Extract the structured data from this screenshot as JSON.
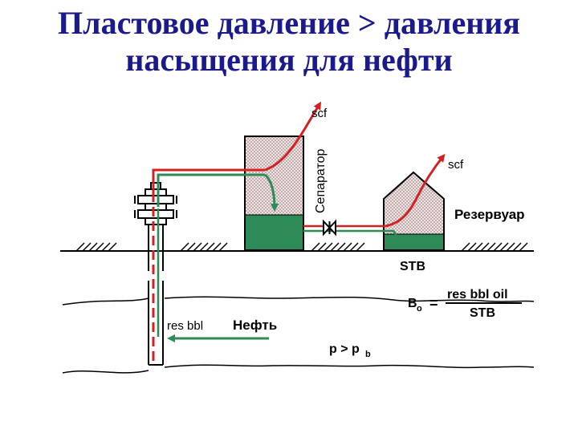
{
  "slide": {
    "title_line1": "Пластовое давление > давления",
    "title_line2": "насыщения для нефти"
  },
  "labels": {
    "separator": "Сепаратор",
    "scf_separator": "scf",
    "scf_tank": "scf",
    "tank": "Резервуар",
    "stb": "STB",
    "res_bbl": "res bbl",
    "oil": "Нефть",
    "pressure_p": "p > p",
    "pressure_sub": "b",
    "bo_B": "B",
    "bo_sub": "o",
    "bo_equals": "=",
    "bo_numerator": "res bbl oil",
    "bo_denominator": "STB"
  },
  "colors": {
    "title": "#1a1a8c",
    "gas_line": "#d42020",
    "liquid_line": "#2e8b57",
    "liquid_fill": "#2e8b57",
    "tank_fill": "#d9c8c8",
    "ground": "#000000"
  }
}
